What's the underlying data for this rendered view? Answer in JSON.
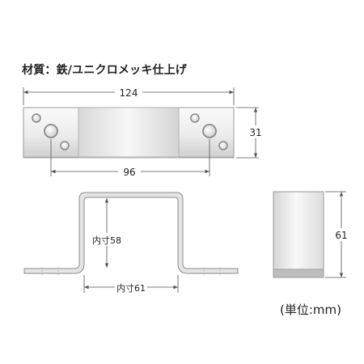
{
  "material_spec": "材質：鉄/ユニクロメッキ仕上げ",
  "unit_note": "(単位:mm)",
  "dimensions": {
    "overall_length": "124",
    "height": "31",
    "hole_pitch": "96",
    "inner_height": "内寸58",
    "inner_width": "内寸61",
    "side_height": "61"
  },
  "colors": {
    "plate_light": "#f3f3f3",
    "plate_mid": "#c9c9c9",
    "plate_edge": "#9a9a9a",
    "hole_dark": "#8a8a8a",
    "dimension_line": "#555555"
  }
}
